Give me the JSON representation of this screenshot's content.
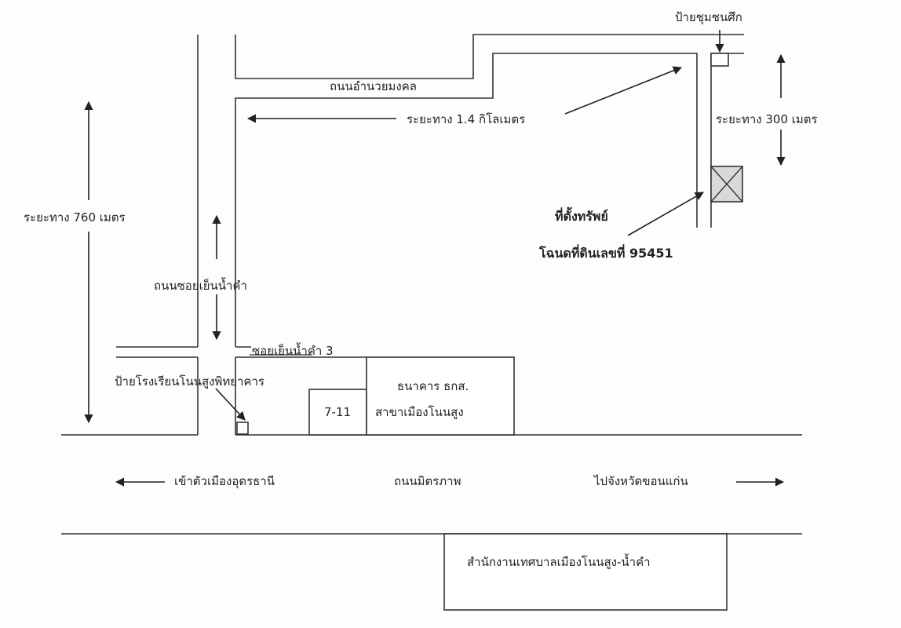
{
  "roads": {
    "top_road": "ถนนอำนวยมงคล",
    "soi_road": "ถนนซอยเย็นน้ำคำ",
    "soi_3": "ซอยเย็นน้ำคำ 3",
    "main_road": "ถนนมิตรภาพ"
  },
  "distances": {
    "d_1_4km": "ระยะทาง 1.4 กิโลเมตร",
    "d_300m": "ระยะทาง 300 เมตร",
    "d_760m": "ระยะทาง 760 เมตร"
  },
  "landmarks": {
    "community_sign": "ป้ายชุมชนศึก",
    "school_sign": "ป้ายโรงเรียนโนนสูงพิทยาคาร",
    "seven_eleven": "7-11",
    "bank_line1": "ธนาคาร ธกส.",
    "bank_line2": "สาขาเมืองโนนสูง",
    "municipal_office": "สำนักงานเทศบาลเมืองโนนสูง-น้ำคำ"
  },
  "property": {
    "title": "ที่ตั้งทรัพย์",
    "deed": "โฉนดที่ดินเลขที่ 95451"
  },
  "directions": {
    "left": "เข้าตัวเมืองอุดรธานี",
    "right": "ไปจังหวัดขอนแก่น"
  },
  "colors": {
    "line": "#333333",
    "property_fill": "#d9d9d9"
  }
}
